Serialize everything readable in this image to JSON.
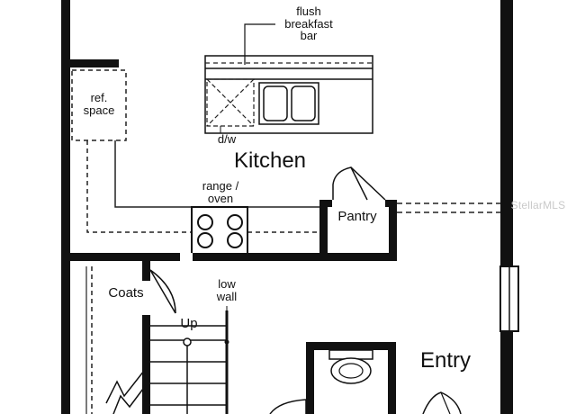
{
  "plan": {
    "rooms": {
      "kitchen": "Kitchen",
      "pantry": "Pantry",
      "coats": "Coats",
      "entry": "Entry"
    },
    "notes": {
      "breakfast_bar": [
        "flush",
        "breakfast",
        "bar"
      ],
      "ref_space": [
        "ref.",
        "space"
      ],
      "dishwasher": "d/w",
      "range_oven": [
        "range /",
        "oven"
      ],
      "low_wall": [
        "low",
        "wall"
      ],
      "stairs_up": "Up"
    },
    "watermark": "StellarMLS"
  }
}
